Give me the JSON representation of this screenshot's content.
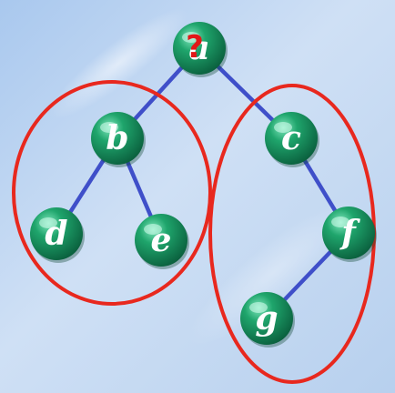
{
  "tree": {
    "nodes": [
      {
        "id": "a",
        "label": "a"
      },
      {
        "id": "b",
        "label": "b"
      },
      {
        "id": "c",
        "label": "c"
      },
      {
        "id": "d",
        "label": "d"
      },
      {
        "id": "e",
        "label": "e"
      },
      {
        "id": "f",
        "label": "f"
      },
      {
        "id": "g",
        "label": "g"
      }
    ],
    "edges": [
      [
        "a",
        "b"
      ],
      [
        "a",
        "c"
      ],
      [
        "b",
        "d"
      ],
      [
        "b",
        "e"
      ],
      [
        "c",
        "f"
      ],
      [
        "f",
        "g"
      ]
    ],
    "root_mark": "?"
  },
  "colors": {
    "node_fill": "#0f8a5a",
    "node_highlight": "#6fe3b3",
    "edge": "#3f4fc9",
    "ellipse": "#e8281e",
    "root_mark": "#e21818",
    "background_top": "#b9d4f2",
    "background_bottom": "#d9e8f7"
  }
}
